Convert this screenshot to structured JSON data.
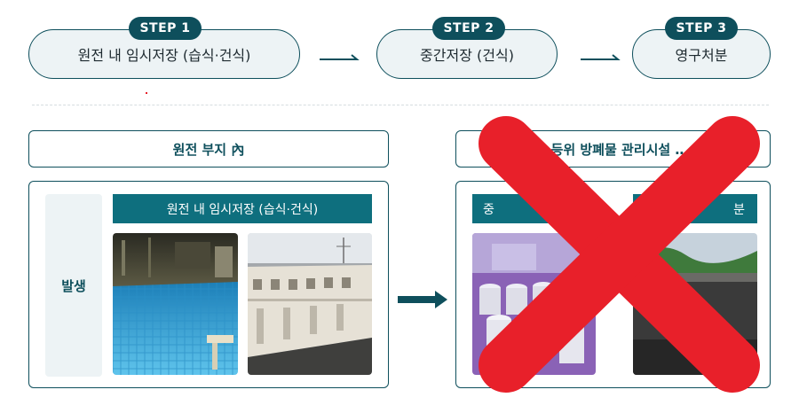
{
  "steps": [
    {
      "badge": "STEP 1",
      "label": "원전 내 임시저장 (습식·건식)"
    },
    {
      "badge": "STEP 2",
      "label": "중간저장 (건식)"
    },
    {
      "badge": "STEP 3",
      "label": "영구처분"
    }
  ],
  "left_section": {
    "title": "원전 부지 內",
    "generation_label": "발생",
    "storage_label": "원전 내 임시저장 (습식·건식)"
  },
  "right_section": {
    "title_partial": "…등위 방폐물 관리시설 …",
    "label_left_partial": "중",
    "label_right_partial": "분"
  },
  "colors": {
    "primary": "#0e4f5c",
    "label_bg": "#0e6f7e",
    "box_bg": "#edf3f5",
    "cross": "#e8202a"
  }
}
